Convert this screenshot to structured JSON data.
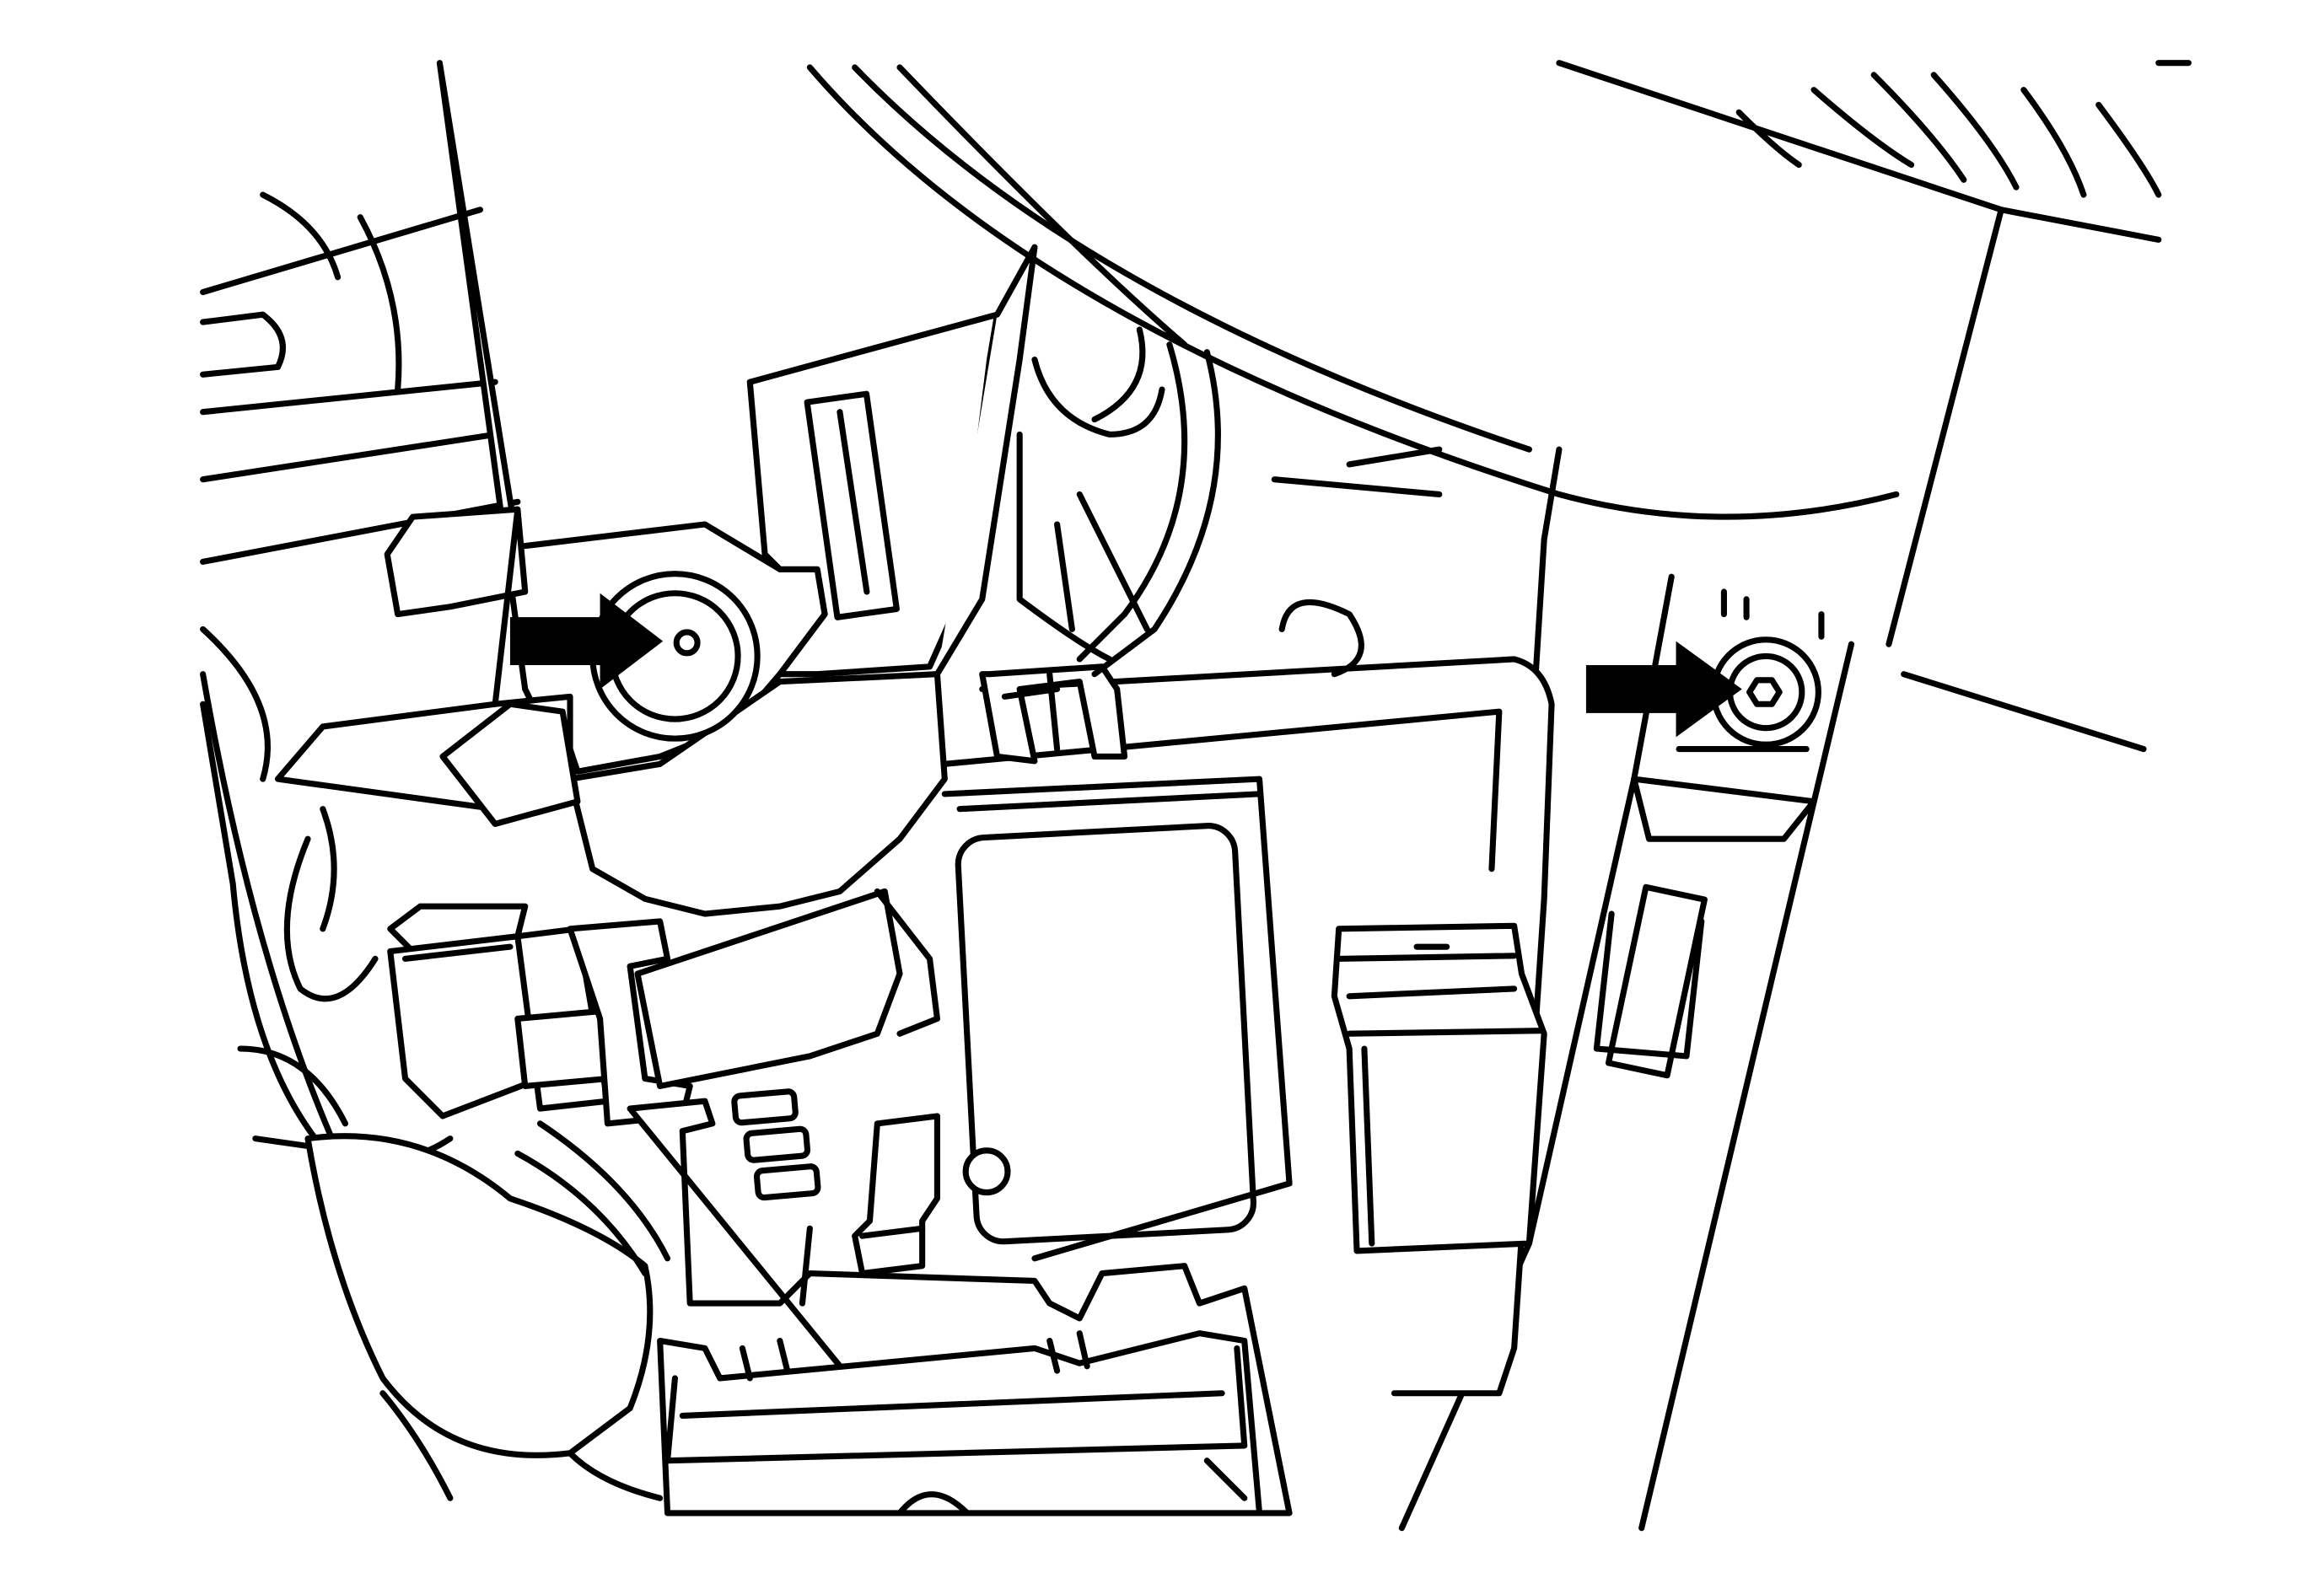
{
  "figure": {
    "kind": "line-art technical illustration",
    "line_color": "#000000",
    "background_color": "#ffffff",
    "callouts": [
      {
        "id": "left-fastener",
        "icon": "arrow-right-icon",
        "target": "screw-hole"
      },
      {
        "id": "right-fastener",
        "icon": "arrow-right-icon",
        "target": "hex-bolt"
      }
    ]
  }
}
